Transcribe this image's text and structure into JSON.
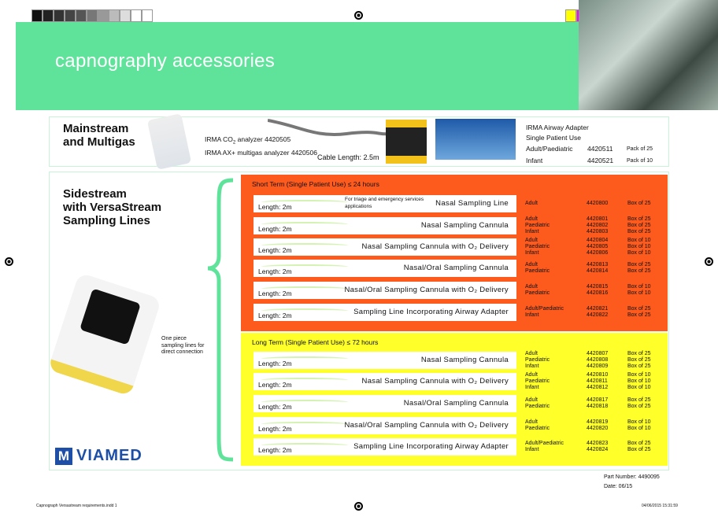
{
  "header": {
    "title": "capnography accessories"
  },
  "mainstream": {
    "heading_line1": "Mainstream",
    "heading_line2": "and Multigas",
    "analyzer_co2_prefix": "IRMA CO",
    "analyzer_co2_sub": "2",
    "analyzer_co2_suffix": " analyzer 4420505",
    "analyzer_ax": "IRMA AX+ multigas analyzer 4420506",
    "cable_length": "Cable Length: 2.5m",
    "adapter_title": "IRMA Airway Adapter",
    "adapter_subtitle": "Single Patient Use",
    "adapters": [
      {
        "size": "Adult/Paediatric",
        "code": "4420511",
        "pack": "Pack of 25"
      },
      {
        "size": "Infant",
        "code": "4420521",
        "pack": "Pack of 10"
      }
    ]
  },
  "sidestream": {
    "heading_line1": "Sidestream",
    "heading_line2": "with VersaStream",
    "heading_line3": "Sampling Lines",
    "note": "One piece sampling lines for direct connection",
    "brand": "VIAMED"
  },
  "short_term": {
    "title": "Short Term (Single Patient Use) ≤ 24 hours",
    "color": "#fd5a1e",
    "rows": [
      {
        "length": "Length: 2m",
        "name": "Nasal Sampling Line",
        "note": "For triage and emergency services applications",
        "specs": [
          [
            "Adult",
            "4420800",
            "Box of 25"
          ]
        ]
      },
      {
        "length": "Length: 2m",
        "name": "Nasal Sampling Cannula",
        "specs": [
          [
            "Adult",
            "4420801",
            "Box of 25"
          ],
          [
            "Paediatric",
            "4420802",
            "Box of 25"
          ],
          [
            "Infant",
            "4420803",
            "Box of 25"
          ]
        ]
      },
      {
        "length": "Length: 2m",
        "name": "Nasal Sampling Cannula with O₂ Delivery",
        "specs": [
          [
            "Adult",
            "4420804",
            "Box of 10"
          ],
          [
            "Paediatric",
            "4420805",
            "Box of 10"
          ],
          [
            "Infant",
            "4420806",
            "Box of 10"
          ]
        ]
      },
      {
        "length": "Length: 2m",
        "name": "Nasal/Oral Sampling Cannula",
        "specs": [
          [
            "Adult",
            "4420813",
            "Box of 25"
          ],
          [
            "Paediatric",
            "4420814",
            "Box of 25"
          ]
        ]
      },
      {
        "length": "Length: 2m",
        "name": "Nasal/Oral Sampling Cannula with O₂ Delivery",
        "specs": [
          [
            "Adult",
            "4420815",
            "Box of 10"
          ],
          [
            "Paediatric",
            "4420816",
            "Box of 10"
          ]
        ]
      },
      {
        "length": "Length: 2m",
        "name": "Sampling Line Incorporating Airway Adapter",
        "specs": [
          [
            "Adult/Paediatric",
            "4420821",
            "Box of 25"
          ],
          [
            "Infant",
            "4420822",
            "Box of 25"
          ]
        ]
      }
    ]
  },
  "long_term": {
    "title": "Long Term (Single Patient Use) ≤ 72 hours",
    "color": "#ffff2a",
    "rows": [
      {
        "length": "Length: 2m",
        "name": "Nasal Sampling Cannula",
        "specs": [
          [
            "Adult",
            "4420807",
            "Box of 25"
          ],
          [
            "Paediatric",
            "4420808",
            "Box of 25"
          ],
          [
            "Infant",
            "4420809",
            "Box of 25"
          ]
        ]
      },
      {
        "length": "Length: 2m",
        "name": "Nasal Sampling Cannula with O₂ Delivery",
        "specs": [
          [
            "Adult",
            "4420810",
            "Box of 10"
          ],
          [
            "Paediatric",
            "4420811",
            "Box of 10"
          ],
          [
            "Infant",
            "4420812",
            "Box of 10"
          ]
        ]
      },
      {
        "length": "Length: 2m",
        "name": "Nasal/Oral Sampling Cannula",
        "specs": [
          [
            "Adult",
            "4420817",
            "Box of 25"
          ],
          [
            "Paediatric",
            "4420818",
            "Box of 25"
          ]
        ]
      },
      {
        "length": "Length: 2m",
        "name": "Nasal/Oral Sampling Cannula with O₂ Delivery",
        "specs": [
          [
            "Adult",
            "4420819",
            "Box of 10"
          ],
          [
            "Paediatric",
            "4420820",
            "Box of 10"
          ]
        ]
      },
      {
        "length": "Length: 2m",
        "name": "Sampling Line Incorporating Airway Adapter",
        "specs": [
          [
            "Adult/Paediatric",
            "4420823",
            "Box of 25"
          ],
          [
            "Infant",
            "4420824",
            "Box of 25"
          ]
        ]
      }
    ]
  },
  "footer": {
    "part_number": "Part Number: 4490095",
    "date": "Date: 06/15",
    "file": "Capnograph Versastream requirements.indd   1",
    "timestamp": "04/06/2015   15:31:59"
  }
}
